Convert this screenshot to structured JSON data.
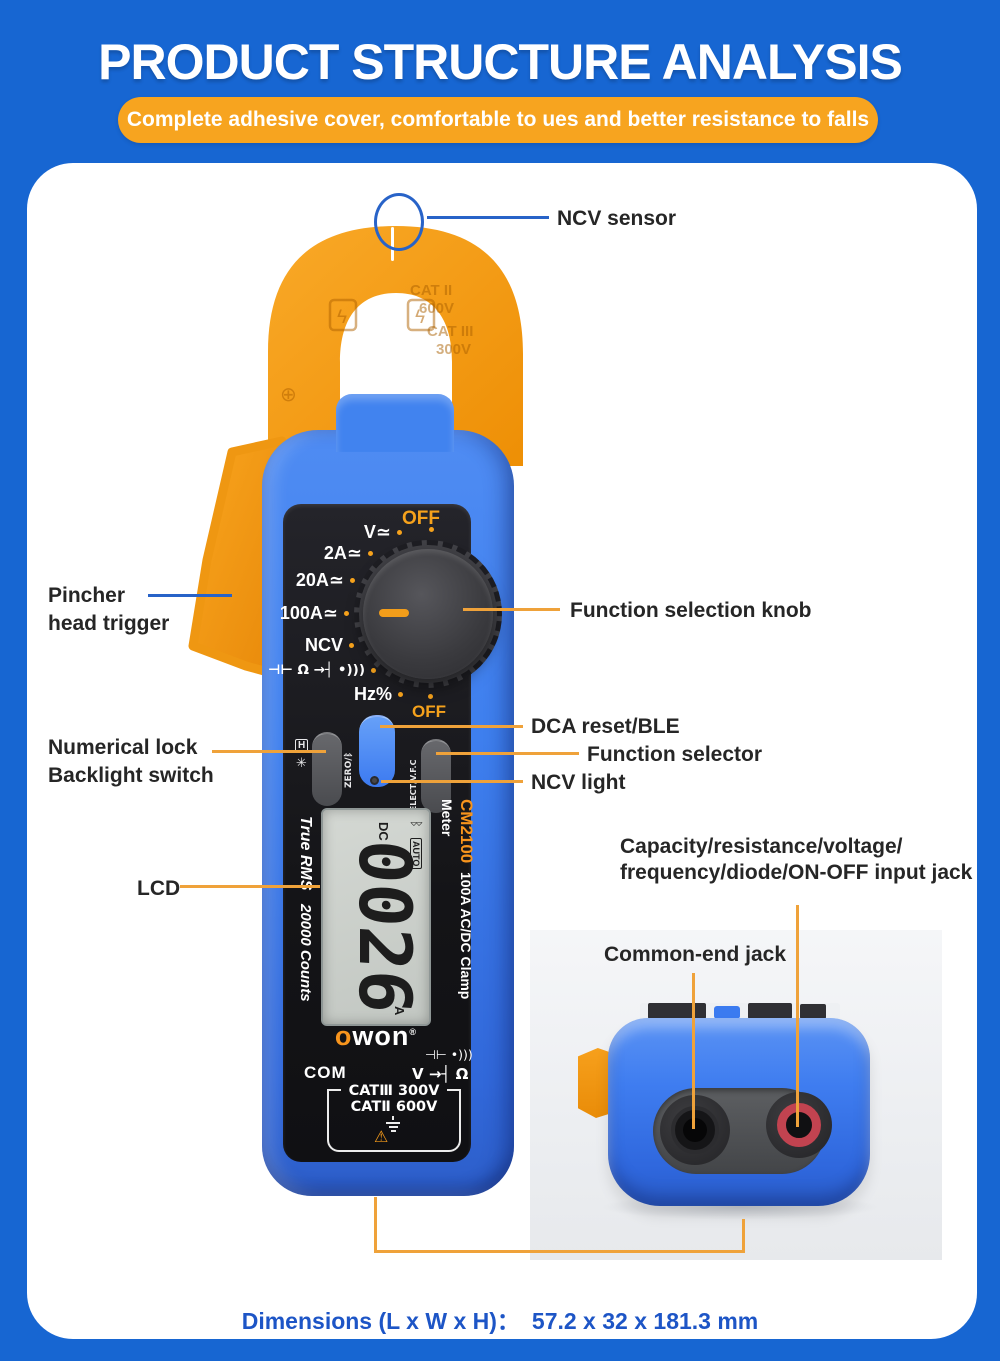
{
  "header": {
    "title": "PRODUCT STRUCTURE ANALYSIS",
    "banner": "Complete adhesive cover, comfortable to ues and better resistance to falls"
  },
  "footer": {
    "dimensions_label": "Dimensions (L x W x H)：",
    "dimensions_value": "57.2 x 32 x 181.3 mm"
  },
  "callouts": {
    "ncv_sensor": "NCV sensor",
    "pincher_line1": "Pincher",
    "pincher_line2": "head trigger",
    "function_knob": "Function selection knob",
    "dca_reset": "DCA reset/BLE",
    "function_selector": "Function selector",
    "ncv_light": "NCV light",
    "numerical_lock_line1": "Numerical lock",
    "numerical_lock_line2": "Backlight switch",
    "lcd": "LCD",
    "input_jack_line1": "Capacity/resistance/voltage/",
    "input_jack_line2": "frequency/diode/ON-OFF input jack",
    "common_jack": "Common-end jack"
  },
  "device": {
    "dial": {
      "off_top": "OFF",
      "off_bottom": "OFF",
      "items": [
        "V≃",
        "2A≃",
        "20A≃",
        "100A≃",
        "NCV",
        "⊣⊢ Ω →┤ •)))",
        "Hz%"
      ]
    },
    "buttons": {
      "zero_label": "ZERO/ᛒ",
      "select_label": "SELECT/V.F.C",
      "hold_icon": "H",
      "backlight_icon": "✳"
    },
    "clamp": {
      "cat2": "CAT II",
      "cat2_v": "600V",
      "cat3": "CAT III",
      "cat3_v": "300V",
      "bolt": "ϟ",
      "screw": "⊕"
    },
    "lcd": {
      "bluetooth": "ᛒ",
      "auto": "AUTO",
      "mode": "DC",
      "value": "0026",
      "unit": "A"
    },
    "sides": {
      "true_rms": "True RMS",
      "counts": "20000 Counts",
      "model": "CM2100",
      "desc": "100A AC/DC Clamp Meter"
    },
    "brand": {
      "name_o": "o",
      "name_rest": "won",
      "reg": "®"
    },
    "bottom": {
      "com": "COM",
      "sym1": "⊣⊢ •)))",
      "sym2": "V →┤ Ω",
      "cat1": "CATⅢ 300V",
      "cat2": "CATⅡ 600V",
      "warning": "⚠"
    }
  },
  "colors": {
    "page_bg": "#1766d2",
    "banner_orange": "#f7a41f",
    "clamp_orange": "#f79d18",
    "body_blue": "#3f80ee",
    "panel_black": "#17171a",
    "accent_line_orange": "#efa23a",
    "callout_blue": "#2863c8",
    "dimensions_text": "#1d55c6"
  }
}
